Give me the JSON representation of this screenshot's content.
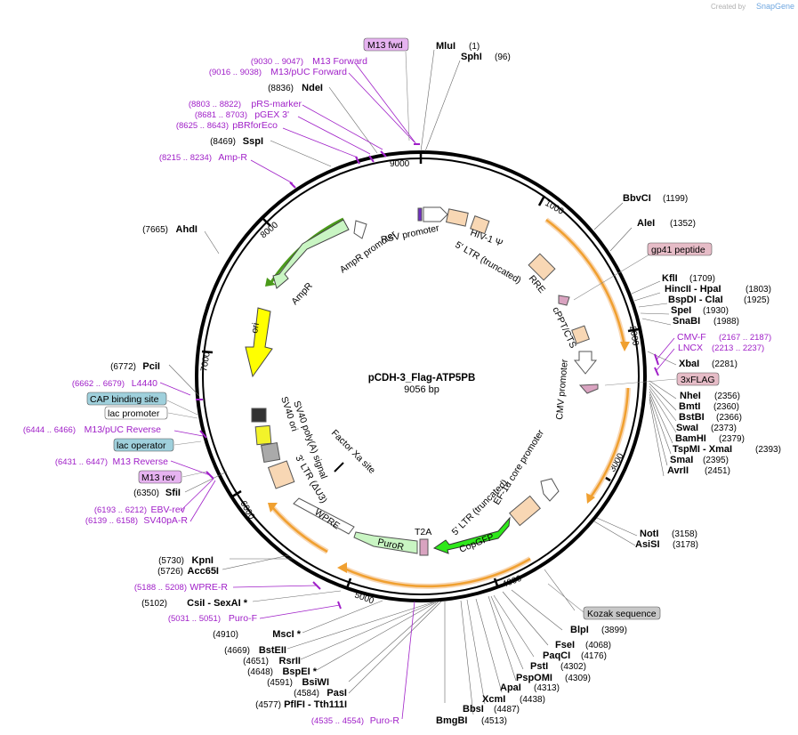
{
  "credit": {
    "prefix": "Created by",
    "brand": "SnapGene"
  },
  "plasmid": {
    "name": "pCDH-3_Flag-ATP5PB",
    "length_label": "9056 bp",
    "length": 9056
  },
  "ticks": [
    "1000",
    "2000",
    "3000",
    "4000",
    "5000",
    "6000",
    "7000",
    "8000",
    "9000"
  ],
  "features": [
    {
      "label": "RSV promoter",
      "color": "#ffffff"
    },
    {
      "label": "HIV-1 Ψ",
      "color": "#f8d7b4"
    },
    {
      "label": "5' LTR (truncated)",
      "color": "#f8d7b4"
    },
    {
      "label": "RRE",
      "color": "#f8d7b4"
    },
    {
      "label": "cPPT/CTS",
      "color": "#d9a3c0"
    },
    {
      "label": "CMV promoter",
      "color": "#ffffff"
    },
    {
      "label": "EF-1α core promoter",
      "color": "#ffffff"
    },
    {
      "label": "5' LTR (truncated)",
      "color": "#f8d7b4"
    },
    {
      "label": "CopGFP",
      "color": "#2ee81a"
    },
    {
      "label": "T2A",
      "color": "#d9a3c0"
    },
    {
      "label": "PuroR",
      "color": "#c9f5c3"
    },
    {
      "label": "WPRE",
      "color": "#ffffff"
    },
    {
      "label": "3' LTR (ΔU3)",
      "color": "#f8d7b4"
    },
    {
      "label": "SV40 poly(A) signal",
      "color": "#aaaaaa"
    },
    {
      "label": "SV40 ori",
      "color": "#f3f32a"
    },
    {
      "label": "Factor Xa site",
      "color": "#000000"
    },
    {
      "label": "ori",
      "color": "#ffff00"
    },
    {
      "label": "AmpR",
      "color": "#c9f5c3"
    },
    {
      "label": "AmpR promoter",
      "color": "#ffffff"
    }
  ],
  "sites": [
    {
      "name": "MluI",
      "pos": "(1)"
    },
    {
      "name": "SphI",
      "pos": "(96)"
    },
    {
      "name": "BbvCI",
      "pos": "(1199)"
    },
    {
      "name": "AleI",
      "pos": "(1352)"
    },
    {
      "name": "KflI",
      "pos": "(1709)"
    },
    {
      "name": "HincII  - HpaI",
      "pos": "(1803)"
    },
    {
      "name": "BspDI  - ClaI",
      "pos": "(1925)"
    },
    {
      "name": "SpeI",
      "pos": "(1930)"
    },
    {
      "name": "SnaBI",
      "pos": "(1988)"
    },
    {
      "name": "XbaI",
      "pos": "(2281)"
    },
    {
      "name": "NheI",
      "pos": "(2356)"
    },
    {
      "name": "BmtI",
      "pos": "(2360)"
    },
    {
      "name": "BstBI",
      "pos": "(2366)"
    },
    {
      "name": "SwaI",
      "pos": "(2373)"
    },
    {
      "name": "BamHI",
      "pos": "(2379)"
    },
    {
      "name": "TspMI  - XmaI",
      "pos": "(2393)"
    },
    {
      "name": "SmaI",
      "pos": "(2395)"
    },
    {
      "name": "AvrII",
      "pos": "(2451)"
    },
    {
      "name": "NotI",
      "pos": "(3158)"
    },
    {
      "name": "AsiSI",
      "pos": "(3178)"
    },
    {
      "name": "BlpI",
      "pos": "(3899)"
    },
    {
      "name": "FseI",
      "pos": "(4068)"
    },
    {
      "name": "PaqCI",
      "pos": "(4176)"
    },
    {
      "name": "PstI",
      "pos": "(4302)"
    },
    {
      "name": "PspOMI",
      "pos": "(4309)"
    },
    {
      "name": "ApaI",
      "pos": "(4313)"
    },
    {
      "name": "XcmI",
      "pos": "(4438)"
    },
    {
      "name": "BbsI",
      "pos": "(4487)"
    },
    {
      "name": "BmgBI",
      "pos": "(4513)"
    },
    {
      "name": "PflFI  - Tth111I",
      "pos": "(4577)"
    },
    {
      "name": "PasI",
      "pos": "(4584)"
    },
    {
      "name": "BsiWI",
      "pos": "(4591)"
    },
    {
      "name": "BspEI *",
      "pos": "(4648)"
    },
    {
      "name": "RsrII",
      "pos": "(4651)"
    },
    {
      "name": "BstEII",
      "pos": "(4669)"
    },
    {
      "name": "MscI *",
      "pos": "(4910)"
    },
    {
      "name": "CsiI  - SexAI *",
      "pos": "(5102)"
    },
    {
      "name": "Acc65I",
      "pos": "(5726)"
    },
    {
      "name": "KpnI",
      "pos": "(5730)"
    },
    {
      "name": "SfiI",
      "pos": "(6350)"
    },
    {
      "name": "PciI",
      "pos": "(6772)"
    },
    {
      "name": "AhdI",
      "pos": "(7665)"
    },
    {
      "name": "SspI",
      "pos": "(8469)"
    },
    {
      "name": "NdeI",
      "pos": "(8836)"
    }
  ],
  "primers": [
    {
      "name": "M13 Forward",
      "range": "(9030 .. 9047)"
    },
    {
      "name": "M13/pUC Forward",
      "range": "(9016 .. 9038)"
    },
    {
      "name": "pRS-marker",
      "range": "(8803 .. 8822)"
    },
    {
      "name": "pGEX 3'",
      "range": "(8681 .. 8703)"
    },
    {
      "name": "pBRforEco",
      "range": "(8625 .. 8643)"
    },
    {
      "name": "Amp-R",
      "range": "(8215 .. 8234)"
    },
    {
      "name": "L4440",
      "range": "(6662 .. 6679)"
    },
    {
      "name": "M13/pUC Reverse",
      "range": "(6444 .. 6466)"
    },
    {
      "name": "M13 Reverse",
      "range": "(6431 .. 6447)"
    },
    {
      "name": "EBV-rev",
      "range": "(6193 .. 6212)"
    },
    {
      "name": "SV40pA-R",
      "range": "(6139 .. 6158)"
    },
    {
      "name": "WPRE-R",
      "range": "(5188 .. 5208)"
    },
    {
      "name": "Puro-F",
      "range": "(5031 .. 5051)"
    },
    {
      "name": "Puro-R",
      "range": "(4535 .. 4554)"
    },
    {
      "name": "CMV-F",
      "range": "(2167 .. 2187)"
    },
    {
      "name": "LNCX",
      "range": "(2213 .. 2237)"
    }
  ],
  "boxed_labels": [
    {
      "label": "M13 fwd",
      "color": "#e6b3f0"
    },
    {
      "label": "gp41 peptide",
      "color": "#e6bcc7"
    },
    {
      "label": "3xFLAG",
      "color": "#e6bcc7"
    },
    {
      "label": "Kozak sequence",
      "color": "#c8c8c8"
    },
    {
      "label": "CAP binding site",
      "color": "#9fd0dc"
    },
    {
      "label": "lac promoter",
      "color": "#ffffff"
    },
    {
      "label": "lac operator",
      "color": "#9fd0dc"
    },
    {
      "label": "M13 rev",
      "color": "#e6b3f0"
    }
  ],
  "colors": {
    "backbone": "#000000",
    "primer": "#a020c8",
    "arc_orange": "#f0a030",
    "amp_green": "#4a9a1a"
  }
}
